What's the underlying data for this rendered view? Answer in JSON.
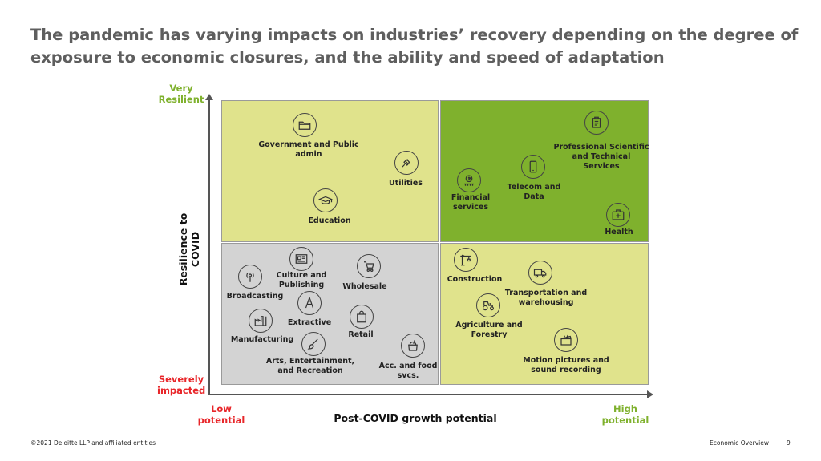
{
  "title": "The pandemic has varying impacts on industries’ recovery depending on the degree of exposure to economic closures, and the ability and speed of adaptation",
  "axes": {
    "y_label": "Resilience to COVID",
    "y_high": "Very Resilient",
    "y_low": "Severely impacted",
    "x_label": "Post-COVID growth potential",
    "x_low": "Low potential",
    "x_high": "High potential"
  },
  "colors": {
    "high_resilience_low_potential": "#e0e38c",
    "high_resilience_high_potential": "#7fb12d",
    "low_resilience_low_potential": "#d3d3d3",
    "low_resilience_high_potential": "#e0e38c",
    "positive_label": "#7fb12d",
    "negative_label": "#e8262a"
  },
  "industries": {
    "government": {
      "label": "Government and Public admin",
      "icon": "folder-icon"
    },
    "utilities": {
      "label": "Utilities",
      "icon": "plug-icon"
    },
    "education": {
      "label": "Education",
      "icon": "graduation-cap-icon"
    },
    "professional": {
      "label": "Professional Scientific and Technical Services",
      "icon": "clipboard-icon"
    },
    "telecom": {
      "label": "Telecom and Data",
      "icon": "smartphone-icon"
    },
    "financial": {
      "label": "Financial services",
      "icon": "coin-hand-icon"
    },
    "health": {
      "label": "Health",
      "icon": "medical-kit-icon"
    },
    "culture": {
      "label": "Culture and Publishing",
      "icon": "newspaper-icon"
    },
    "wholesale": {
      "label": "Wholesale",
      "icon": "cart-icon"
    },
    "broadcasting": {
      "label": "Broadcasting",
      "icon": "broadcast-icon"
    },
    "extractive": {
      "label": "Extractive",
      "icon": "drill-icon"
    },
    "manufacturing": {
      "label": "Manufacturing",
      "icon": "factory-icon"
    },
    "retail": {
      "label": "Retail",
      "icon": "shopping-bag-icon"
    },
    "arts": {
      "label": "Arts, Entertainment, and Recreation",
      "icon": "paintbrush-icon"
    },
    "accommodation": {
      "label": "Acc. and food svcs.",
      "icon": "food-icon"
    },
    "construction": {
      "label": "Construction",
      "icon": "crane-icon"
    },
    "transportation": {
      "label": "Transportation and warehousing",
      "icon": "truck-icon"
    },
    "agriculture": {
      "label": "Agriculture and Forestry",
      "icon": "tractor-icon"
    },
    "motion": {
      "label": "Motion pictures and sound recording",
      "icon": "clapperboard-icon"
    }
  },
  "footer": {
    "copyright": "©2021 Deloitte LLP and affiliated entities",
    "section": "Economic Overview",
    "page": "9"
  }
}
